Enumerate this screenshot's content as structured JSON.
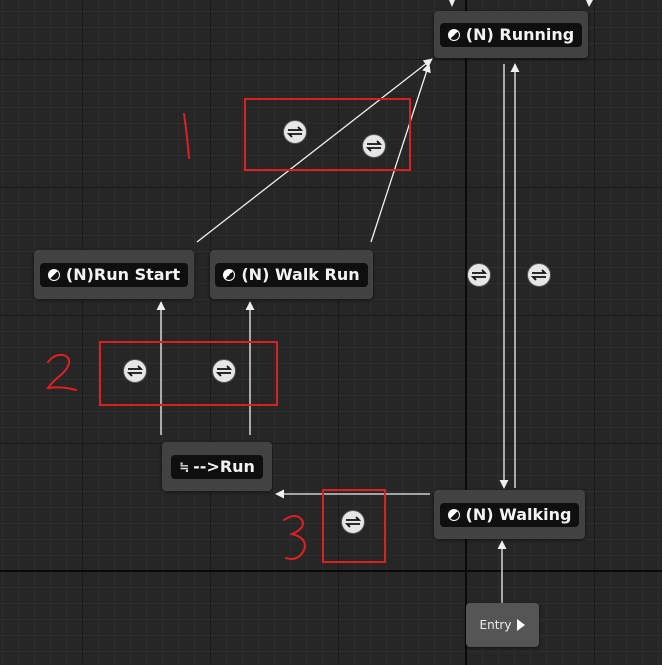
{
  "states": {
    "running": {
      "label": "(N) Running"
    },
    "run_start": {
      "label": "(N)Run Start"
    },
    "walk_run": {
      "label": "(N) Walk Run"
    },
    "walking": {
      "label": "(N) Walking"
    },
    "run_conduit": {
      "label": "-->Run"
    }
  },
  "entry": {
    "label": "Entry"
  },
  "annotations": [
    "1",
    "2",
    "3"
  ],
  "colors": {
    "highlight": "#d92121",
    "annotation": "#e02020",
    "wire": "#f0f0f0",
    "node_bg": "#424242",
    "graph_bg": "#262626"
  }
}
